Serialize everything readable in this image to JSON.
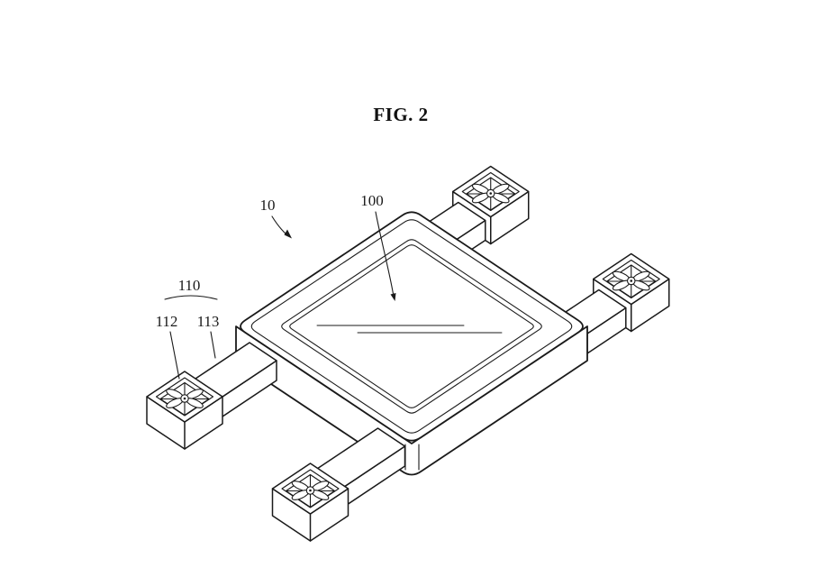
{
  "figure": {
    "title": "FIG. 2",
    "labels": {
      "body": "10",
      "top_plate": "100",
      "rotor_assembly": "110",
      "propeller": "112",
      "duct": "113"
    },
    "colors": {
      "ink": "#1a1a1a",
      "background": "#ffffff"
    }
  }
}
